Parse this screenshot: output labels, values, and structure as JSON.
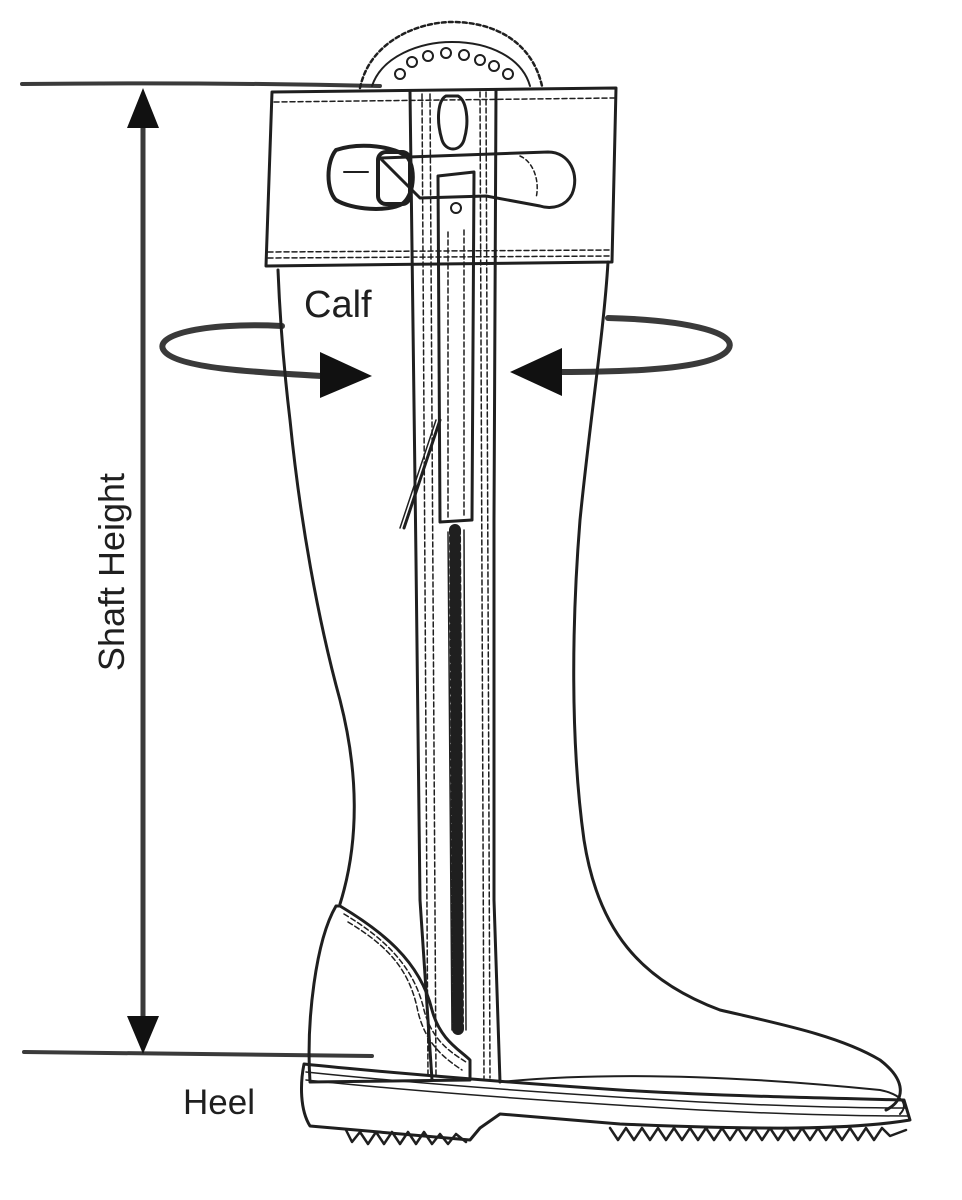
{
  "labels": {
    "calf": "Calf",
    "shaft_height": "Shaft Height",
    "heel": "Heel"
  },
  "colors": {
    "ink": "#1f1f1f",
    "measure": "#3a3a3a",
    "background": "#ffffff"
  }
}
